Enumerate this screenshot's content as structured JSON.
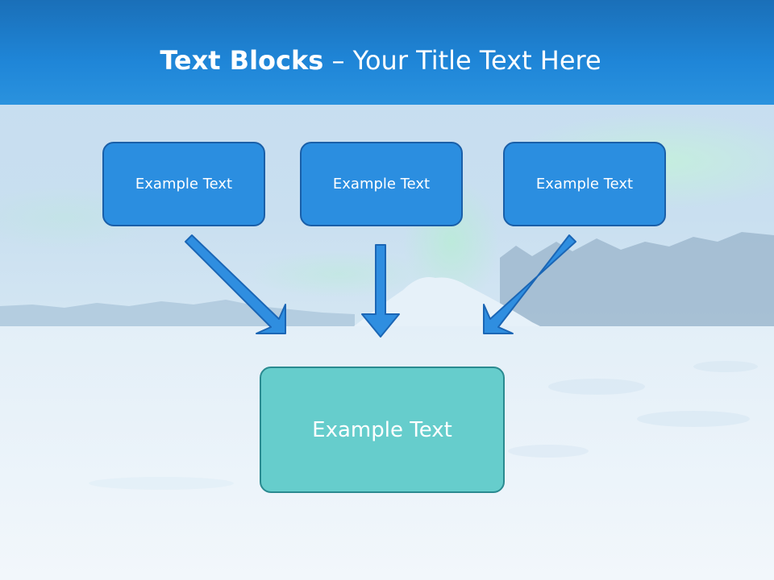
{
  "title": {
    "bold": "Text Blocks",
    "separator": " – ",
    "rest": "Your Title Text Here"
  },
  "blocks": {
    "top": [
      {
        "label": "Example Text"
      },
      {
        "label": "Example Text"
      },
      {
        "label": "Example Text"
      }
    ],
    "bottom": {
      "label": "Example Text"
    }
  },
  "colors": {
    "top_block_fill": "#2b8ee0",
    "top_block_border": "#1a5fa8",
    "bottom_block_fill": "#66cdcc",
    "bottom_block_border": "#2a8a90",
    "arrow_fill": "#2f8ee0",
    "arrow_border": "#1b66b5",
    "header_band": "#1f86d8"
  }
}
